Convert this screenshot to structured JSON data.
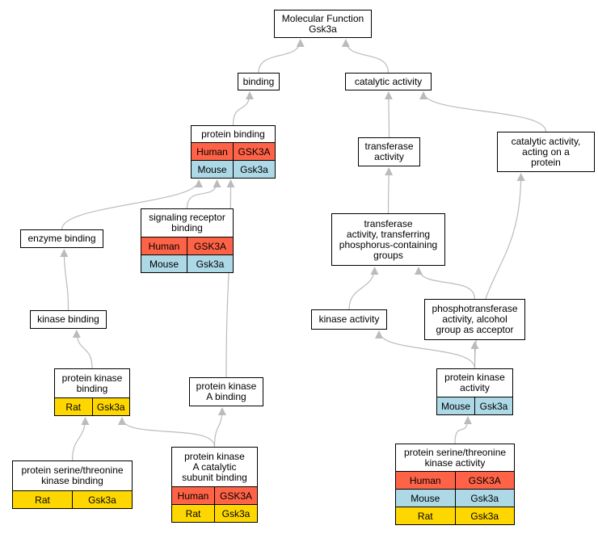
{
  "species_colors": {
    "Human": "#FF6347",
    "Mouse": "#ADD8E6",
    "Rat": "#FFD700"
  },
  "edge_color": "#BBBBBB",
  "nodes": {
    "root": {
      "label": "Molecular Function\nGsk3a",
      "rows": []
    },
    "bind": {
      "label": "binding",
      "rows": []
    },
    "cat": {
      "label": "catalytic activity",
      "rows": []
    },
    "pb": {
      "label": "protein binding",
      "rows": [
        {
          "species": "Human",
          "gene": "GSK3A"
        },
        {
          "species": "Mouse",
          "gene": "Gsk3a"
        }
      ]
    },
    "tra": {
      "label": "transferase\nactivity",
      "rows": []
    },
    "catp": {
      "label": "catalytic activity,\nacting on a\nprotein",
      "rows": []
    },
    "srb": {
      "label": "signaling receptor\nbinding",
      "rows": [
        {
          "species": "Human",
          "gene": "GSK3A"
        },
        {
          "species": "Mouse",
          "gene": "Gsk3a"
        }
      ]
    },
    "eb": {
      "label": "enzyme binding",
      "rows": []
    },
    "tpg": {
      "label": "transferase\nactivity, transferring\nphosphorus-containing\ngroups",
      "rows": []
    },
    "kb": {
      "label": "kinase binding",
      "rows": []
    },
    "ka": {
      "label": "kinase activity",
      "rows": []
    },
    "pta": {
      "label": "phosphotransferase\nactivity, alcohol\ngroup as acceptor",
      "rows": []
    },
    "pkb": {
      "label": "protein kinase\nbinding",
      "rows": [
        {
          "species": "Rat",
          "gene": "Gsk3a"
        }
      ]
    },
    "pkab": {
      "label": "protein kinase\nA binding",
      "rows": []
    },
    "pka": {
      "label": "protein kinase\nactivity",
      "rows": [
        {
          "species": "Mouse",
          "gene": "Gsk3a"
        }
      ]
    },
    "pstkb": {
      "label": "protein serine/threonine\nkinase binding",
      "rows": [
        {
          "species": "Rat",
          "gene": "Gsk3a"
        }
      ]
    },
    "pkacsb": {
      "label": "protein kinase\nA catalytic\nsubunit binding",
      "rows": [
        {
          "species": "Human",
          "gene": "GSK3A"
        },
        {
          "species": "Rat",
          "gene": "Gsk3a"
        }
      ]
    },
    "pstka": {
      "label": "protein serine/threonine\nkinase activity",
      "rows": [
        {
          "species": "Human",
          "gene": "GSK3A"
        },
        {
          "species": "Mouse",
          "gene": "Gsk3a"
        },
        {
          "species": "Rat",
          "gene": "Gsk3a"
        }
      ]
    }
  },
  "edges": [
    [
      "bind",
      "root"
    ],
    [
      "cat",
      "root"
    ],
    [
      "pb",
      "bind"
    ],
    [
      "tra",
      "cat"
    ],
    [
      "catp",
      "cat"
    ],
    [
      "srb",
      "pb"
    ],
    [
      "eb",
      "pb"
    ],
    [
      "pkab",
      "pb"
    ],
    [
      "tpg",
      "tra"
    ],
    [
      "kb",
      "eb"
    ],
    [
      "ka",
      "tpg"
    ],
    [
      "pta",
      "tpg"
    ],
    [
      "pkb",
      "kb"
    ],
    [
      "pka",
      "ka"
    ],
    [
      "pka",
      "pta"
    ],
    [
      "pka",
      "catp"
    ],
    [
      "pstkb",
      "pkb"
    ],
    [
      "pkacsb",
      "pkb"
    ],
    [
      "pkacsb",
      "pkab"
    ],
    [
      "pstka",
      "pka"
    ]
  ]
}
